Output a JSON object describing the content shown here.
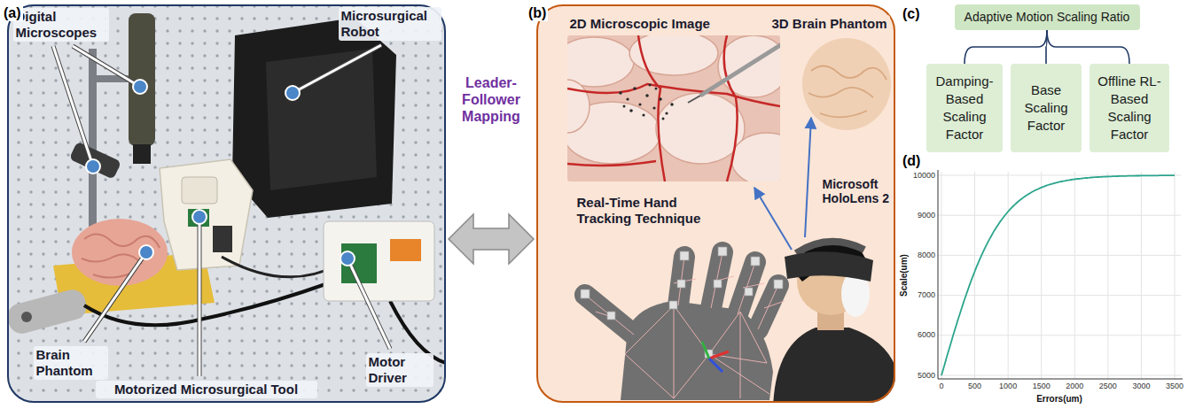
{
  "diagram": {
    "nodes": [
      {
        "text": [
          "Digital Microscopes",
          "Microsurgical Robot",
          "Brain Phantom",
          "Motor Driver",
          "Motorized Microsurgical Tool"
        ]
      },
      {
        "text": [
          "2D Microscopic Image",
          "3D Brain Phantom",
          "Microsoft HoloLens 2",
          "Real-Time Hand Tracking Technique"
        ]
      },
      {
        "text": [
          "Adaptive Motion Scaling Ratio"
        ]
      },
      {
        "text": [
          "Damping-Based Scaling Factor"
        ]
      },
      {
        "text": [
          "Base Scaling Factor"
        ]
      },
      {
        "text": [
          "Offline RL-Based Scaling Factor"
        ]
      }
    ],
    "edges": [
      {
        "from": 0,
        "to": 1,
        "arrow": "both",
        "label": "Leader-Follower Mapping"
      },
      {
        "from": 2,
        "to": 3,
        "arrow": "none"
      },
      {
        "from": 2,
        "to": 4,
        "arrow": "none"
      },
      {
        "from": 2,
        "to": 5,
        "arrow": "none"
      }
    ],
    "labels": [
      "(a)",
      "(b)",
      "(c)",
      "(d)",
      "Scale(um)",
      "Errors(um)",
      "10000",
      "9000",
      "8000",
      "7000",
      "6000",
      "5000",
      "0",
      "500",
      "1000",
      "1500",
      "2000",
      "2500",
      "3000",
      "3500"
    ]
  }
}
